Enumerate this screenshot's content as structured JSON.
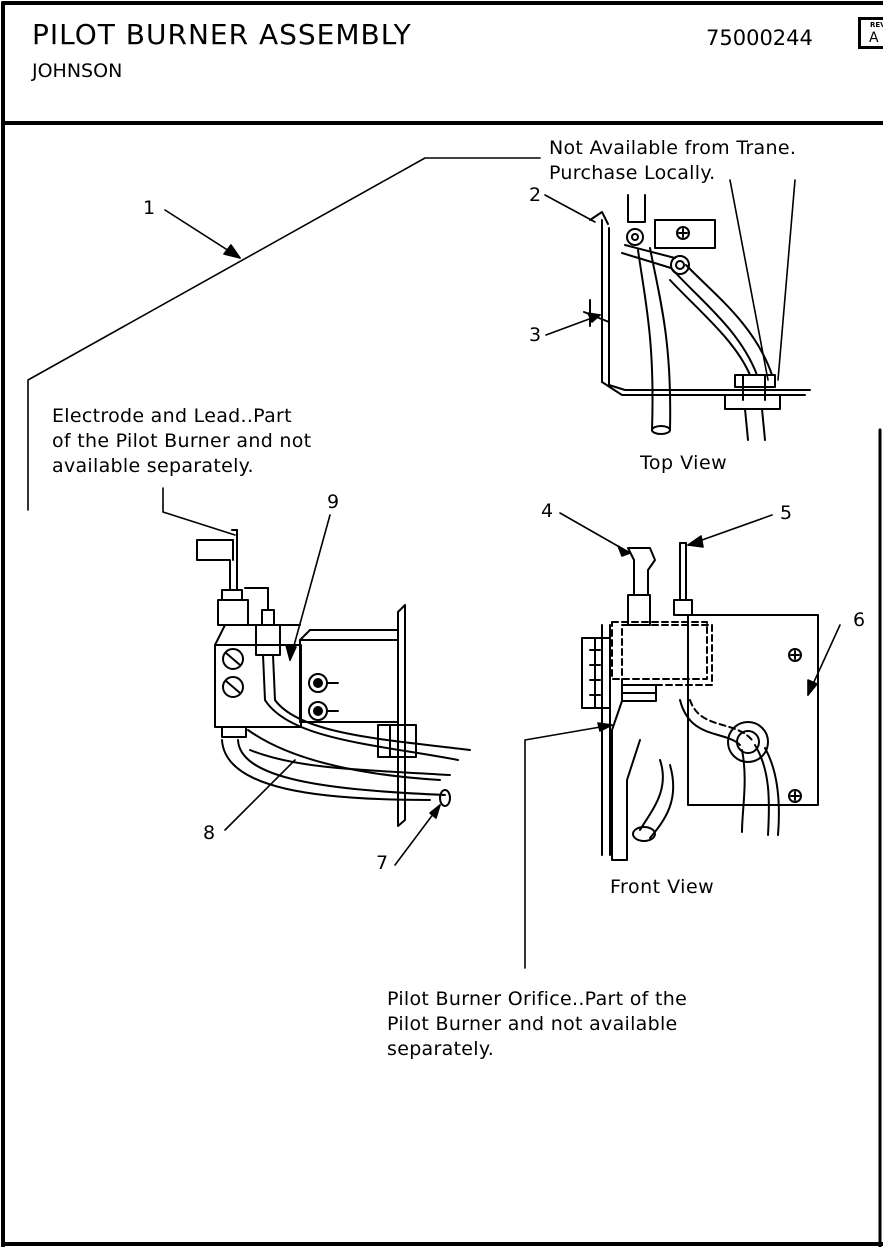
{
  "header": {
    "title": "PILOT BURNER ASSEMBLY",
    "subtitle": "JOHNSON",
    "part_number": "75000244",
    "rev_label": "REV",
    "rev_value": "A"
  },
  "notes": {
    "not_available": [
      "Not Available from Trane.",
      "Purchase Locally."
    ],
    "electrode": [
      "Electrode and Lead..Part",
      "of the Pilot Burner and not",
      "available separately."
    ],
    "orifice": [
      "Pilot Burner Orifice..Part of the",
      "Pilot Burner and not available",
      "separately."
    ]
  },
  "views": {
    "top": "Top View",
    "front": "Front View"
  },
  "callouts": [
    "1",
    "2",
    "3",
    "4",
    "5",
    "6",
    "7",
    "8",
    "9"
  ]
}
